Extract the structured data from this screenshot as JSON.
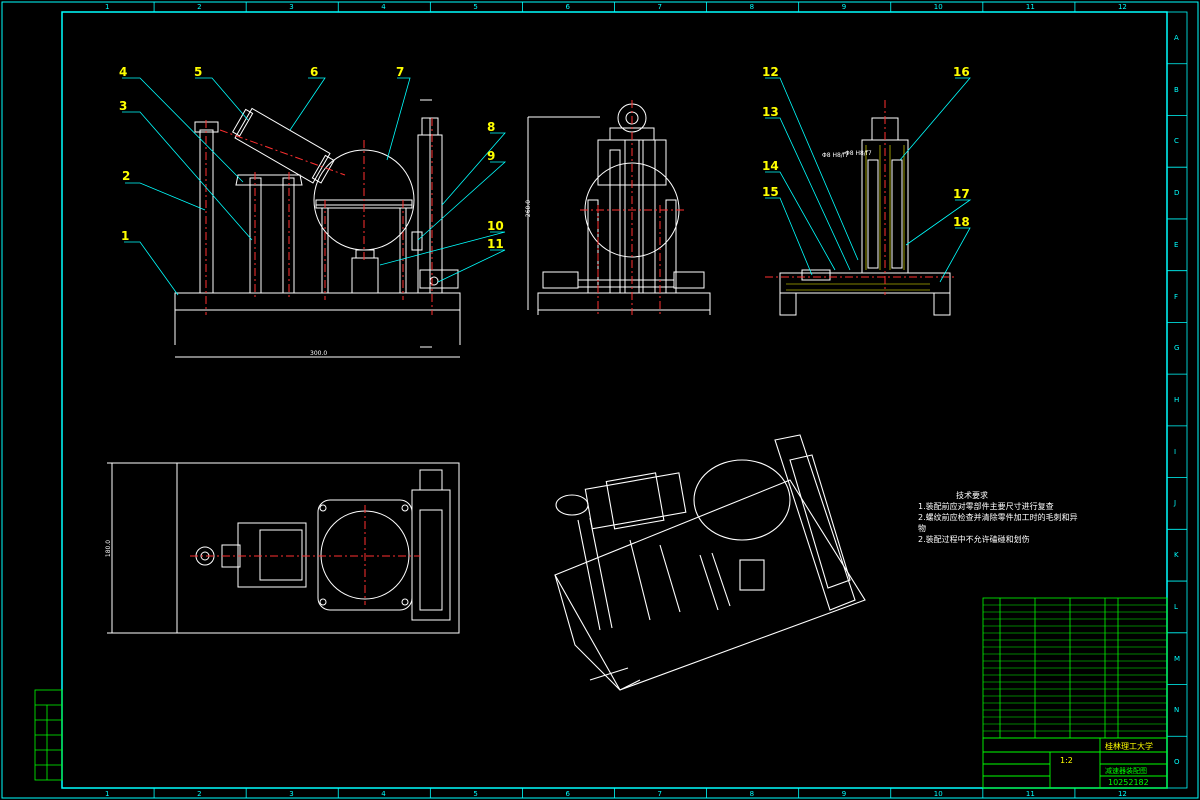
{
  "drawing": {
    "part_labels": [
      "1",
      "2",
      "3",
      "4",
      "5",
      "6",
      "7",
      "8",
      "9",
      "10",
      "11",
      "12",
      "13",
      "14",
      "15",
      "16",
      "17",
      "18"
    ],
    "column_ticks": [
      "1",
      "2",
      "3",
      "4",
      "5",
      "6",
      "7",
      "8",
      "9",
      "10",
      "11",
      "12"
    ],
    "row_ticks": [
      "A",
      "B",
      "C",
      "D",
      "E",
      "F",
      "G",
      "H",
      "I",
      "J",
      "K",
      "L",
      "M",
      "N",
      "O"
    ],
    "dimensions": {
      "front_width": "300.0",
      "front_height": "260.0",
      "top_height": "180.0",
      "tol_a": "Φ8 H8/f7",
      "tol_b": "Φ8 H8/f7"
    },
    "notes": {
      "title": "技术要求",
      "lines": [
        "1.装配前应对零部件主要尺寸进行复查",
        "2.螺纹前应检查并清除零件加工时的毛刺和异",
        "物",
        "2.装配过程中不允许磕碰和划伤"
      ]
    },
    "title_block": {
      "school": "桂林理工大学",
      "drawing_name": "减速器装配图",
      "drawing_no": "10252182",
      "scale": "1:2"
    },
    "colors": {
      "frame": "#00ffff",
      "lines": "#ffffff",
      "centerline": "#ff3030",
      "labels": "#ffff00",
      "leaders": "#00ffff",
      "hatch": "#ffff00",
      "title_block": "#00ff00"
    }
  }
}
